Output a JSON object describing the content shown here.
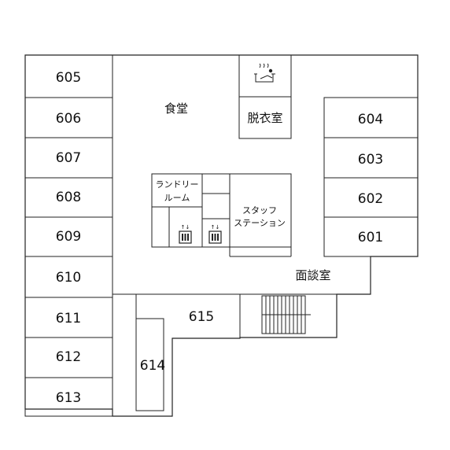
{
  "rooms_left": [
    "605",
    "606",
    "607",
    "608",
    "609",
    "610",
    "611",
    "612",
    "613"
  ],
  "rooms_right": [
    "604",
    "603",
    "602",
    "601"
  ],
  "room_614": "614",
  "room_615": "615",
  "dining": "食堂",
  "dressing_room": "脱衣室",
  "laundry_line1": "ランドリー",
  "laundry_line2": "ルーム",
  "staff_line1": "スタッフ",
  "staff_line2": "ステーション",
  "interview_room": "面談室",
  "elevator_arrows": "↑↓",
  "icons": {
    "bath": "bath-icon",
    "elevator": "elevator-icon",
    "stairs": "stairs-icon"
  }
}
